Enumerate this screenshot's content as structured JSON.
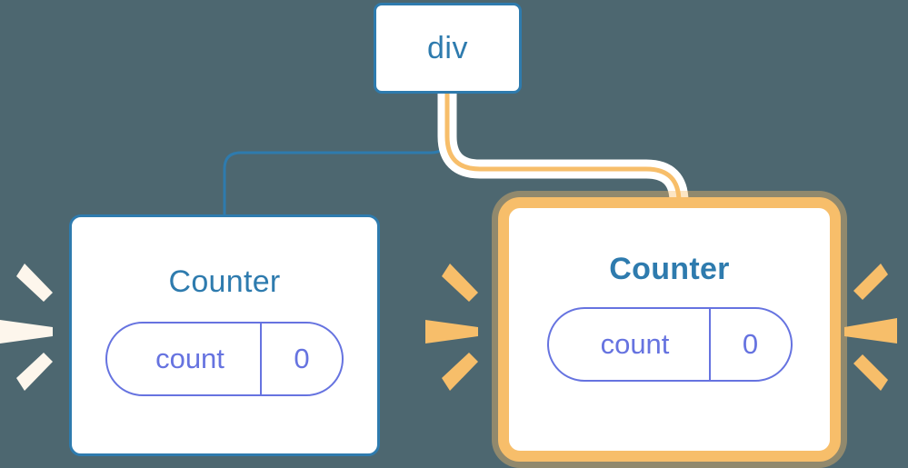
{
  "diagram": {
    "title": "react-component-rerender-tree",
    "background_color": "#4d6770",
    "accent_blue": "#2E7BAE",
    "accent_orange": "#F7BE6A",
    "accent_purple": "#6673E0",
    "node_fill": "#ffffff"
  },
  "nodes": {
    "root": {
      "label": "div",
      "highlighted": false
    },
    "counter_left": {
      "title": "Counter",
      "highlighted": false,
      "state": {
        "key": "count",
        "value": "0"
      }
    },
    "counter_right": {
      "title": "Counter",
      "highlighted": true,
      "state": {
        "key": "count",
        "value": "0"
      }
    }
  },
  "edges": [
    {
      "name": "edge-root-to-counter-left",
      "from": "root",
      "to": "counter_left",
      "color": "#2E7BAE",
      "highlighted": false
    },
    {
      "name": "edge-root-to-counter-right",
      "from": "root",
      "to": "counter_right",
      "color": "#F7BE6A",
      "highlighted": true
    }
  ],
  "bursts": [
    {
      "name": "burst-left-of-counter-left",
      "color": "#fdf6ec",
      "rays": 3
    },
    {
      "name": "burst-right-of-counter-left",
      "color": "#F7BE6A",
      "rays": 3
    },
    {
      "name": "burst-right-of-counter-right",
      "color": "#F7BE6A",
      "rays": 3
    }
  ]
}
